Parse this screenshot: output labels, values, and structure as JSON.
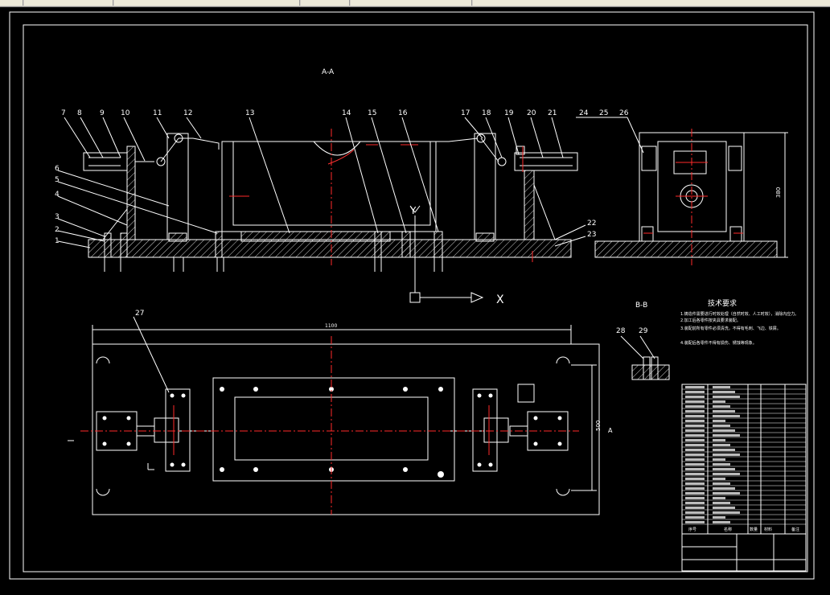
{
  "window": {
    "toolbar_segments": 6
  },
  "drawing": {
    "view_aa_label": "A-A",
    "view_bb_label": "B-B",
    "tech_req_title": "技术要求",
    "tech_req_lines": [
      "1.铸造件需要进行时效处理（自然时效、人工时效），消除内应力。",
      "2.加工后各零件按夹具要求装配。",
      "3.装配前所有零件必须清洗，不得有毛刺、飞边、铁屑。",
      "4.装配后各零件不得有损伤、锈蚀等现象。"
    ],
    "dim_overall_width": "1100",
    "dim_height_side": "380",
    "dim_plan_height": "500",
    "axis_x": "X",
    "axis_y": "Y",
    "section_mark_a": "A",
    "part_numbers_top": [
      "7",
      "8",
      "9",
      "10",
      "11",
      "12",
      "13",
      "14",
      "15",
      "16",
      "17",
      "18",
      "19",
      "20",
      "21",
      "24",
      "25",
      "26"
    ],
    "part_numbers_left": [
      "6",
      "5",
      "4",
      "3",
      "2",
      "1"
    ],
    "part_numbers_right": [
      "22",
      "23"
    ],
    "part_numbers_plan": [
      "27"
    ],
    "part_numbers_bb": [
      "28",
      "29"
    ],
    "title_block": {
      "cols": [
        "序号",
        "名称",
        "数量",
        "材料",
        "备注"
      ]
    }
  },
  "colors": {
    "line": "#ffffff",
    "center": "#ff2a2a",
    "accent": "#d43c3c",
    "hatch": "#cfcfcf"
  }
}
